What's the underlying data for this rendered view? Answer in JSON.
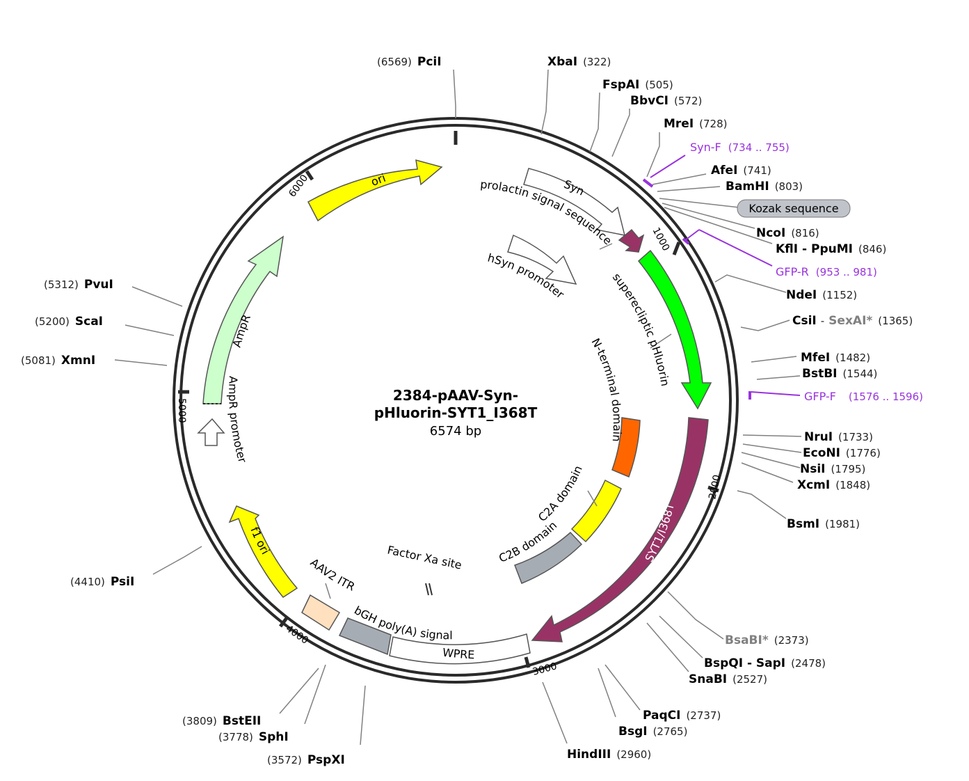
{
  "title": {
    "line1": "2384-pAAV-Syn-",
    "line2": "pHluorin-SYT1_I368T",
    "length": "6574 bp"
  },
  "backbone_color": "#2a2a2a",
  "ticks": [
    {
      "label": "1000"
    },
    {
      "label": "2000"
    },
    {
      "label": "3000"
    },
    {
      "label": "4000"
    },
    {
      "label": "5000"
    },
    {
      "label": "6000"
    }
  ],
  "sites": [
    {
      "id": "pcii",
      "pos": "(6569)",
      "name": "PciI"
    },
    {
      "id": "xbai",
      "name": "XbaI",
      "pos": "(322)"
    },
    {
      "id": "fspai",
      "name": "FspAI",
      "pos": "(505)"
    },
    {
      "id": "bbvci",
      "name": "BbvCI",
      "pos": "(572)"
    },
    {
      "id": "mrei",
      "name": "MreI",
      "pos": "(728)"
    },
    {
      "id": "afei",
      "name": "AfeI",
      "pos": "(741)"
    },
    {
      "id": "bamhi",
      "name": "BamHI",
      "pos": "(803)"
    },
    {
      "id": "ncoi",
      "name": "NcoI",
      "pos": "(816)"
    },
    {
      "id": "kfli",
      "name": "KflI - PpuMI",
      "pos": "(846)"
    },
    {
      "id": "ndei",
      "name": "NdeI",
      "pos": "(1152)"
    },
    {
      "id": "csii",
      "name": "CsiI",
      "sep": "-",
      "name2": "SexAI*",
      "pos": "(1365)"
    },
    {
      "id": "mfei",
      "name": "MfeI",
      "pos": "(1482)"
    },
    {
      "id": "bstbi",
      "name": "BstBI",
      "pos": "(1544)"
    },
    {
      "id": "nrui",
      "name": "NruI",
      "pos": "(1733)"
    },
    {
      "id": "econi",
      "name": "EcoNI",
      "pos": "(1776)"
    },
    {
      "id": "nsii",
      "name": "NsiI",
      "pos": "(1795)"
    },
    {
      "id": "xcmi",
      "name": "XcmI",
      "pos": "(1848)"
    },
    {
      "id": "bsmi",
      "name": "BsmI",
      "pos": "(1981)"
    },
    {
      "id": "bsabi",
      "name": "BsaBI*",
      "pos": "(2373)",
      "gray": true
    },
    {
      "id": "bspqi",
      "name": "BspQI - SapI",
      "pos": "(2478)"
    },
    {
      "id": "snabi",
      "name": "SnaBI",
      "pos": "(2527)"
    },
    {
      "id": "paqci",
      "name": "PaqCI",
      "pos": "(2737)"
    },
    {
      "id": "bsgi",
      "name": "BsgI",
      "pos": "(2765)"
    },
    {
      "id": "hindiii",
      "name": "HindIII",
      "pos": "(2960)"
    },
    {
      "id": "pspxi",
      "pos": "(3572)",
      "name": "PspXI"
    },
    {
      "id": "sphi",
      "pos": "(3778)",
      "name": "SphI"
    },
    {
      "id": "bsteii",
      "pos": "(3809)",
      "name": "BstEII"
    },
    {
      "id": "psii",
      "pos": "(4410)",
      "name": "PsiI"
    },
    {
      "id": "xmni",
      "pos": "(5081)",
      "name": "XmnI"
    },
    {
      "id": "scai",
      "pos": "(5200)",
      "name": "ScaI"
    },
    {
      "id": "pvui",
      "pos": "(5312)",
      "name": "PvuI"
    }
  ],
  "primers": [
    {
      "id": "synf",
      "name": "Syn-F",
      "pos": "(734 .. 755)"
    },
    {
      "id": "gfpr",
      "name": "GFP-R",
      "pos": "(953 .. 981)"
    },
    {
      "id": "gfpf",
      "name": "GFP-F",
      "pos": "(1576 .. 1596)"
    }
  ],
  "kozak": "Kozak sequence",
  "features": {
    "ori": {
      "label": "ori",
      "color": "#ffff00"
    },
    "ampr": {
      "label": "AmpR",
      "color": "#ccffcc"
    },
    "ampr_promoter": {
      "label": "AmpR promoter",
      "color": "#ffffff"
    },
    "f1ori": {
      "label": "f1 ori",
      "color": "#ffff00"
    },
    "aav2itr": {
      "label": "AAV2 ITR",
      "color": "#ffe0bf"
    },
    "bgh": {
      "label": "bGH poly(A) signal",
      "color": "#a6acb3"
    },
    "wpre": {
      "label": "WPRE",
      "color": "#ffffff"
    },
    "syt1": {
      "label": "SYT1/I368T",
      "color": "#993366"
    },
    "pHluorin": {
      "label": "superecliptic pHluorin",
      "color": "#00ff00"
    },
    "prolactin": {
      "label": "prolactin signal sequence",
      "color": "#993366"
    },
    "syn": {
      "label": "Syn",
      "color": "#ffffff"
    },
    "hsyn": {
      "label": "hSyn promoter",
      "color": "#ffffff"
    },
    "nterm": {
      "label": "N-terminal domain",
      "color": "#ff6600"
    },
    "c2a": {
      "label": "C2A domain",
      "color": "#ffff00"
    },
    "c2b": {
      "label": "C2B domain",
      "color": "#a6acb3"
    },
    "factorxa": {
      "label": "Factor Xa site"
    }
  }
}
